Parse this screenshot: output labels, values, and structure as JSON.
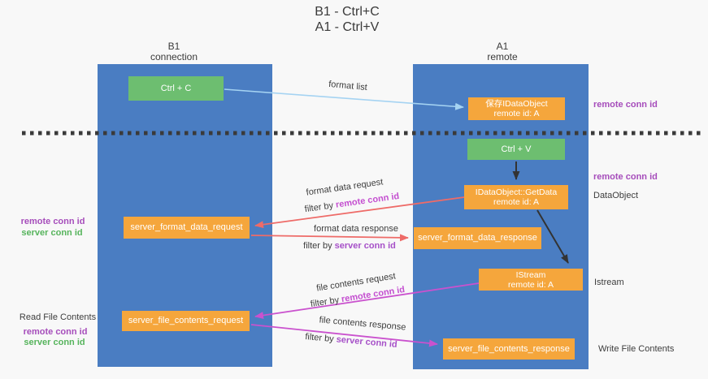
{
  "title": {
    "line1": "B1 - Ctrl+C",
    "line2": "A1 - Ctrl+V"
  },
  "lifelines": {
    "left": {
      "name": "B1",
      "role": "connection"
    },
    "right": {
      "name": "A1",
      "role": "remote"
    }
  },
  "boxes": {
    "ctrl_c": {
      "label": "Ctrl + C"
    },
    "ctrl_v": {
      "label": "Ctrl + V"
    },
    "save_idataobject": {
      "line1": "保存IDataObject",
      "line2": "remote id: A"
    },
    "getdata": {
      "line1": "IDataObject::GetData",
      "line2": "remote id: A"
    },
    "istream": {
      "line1": "IStream",
      "line2": "remote id: A"
    },
    "format_request": {
      "label": "server_format_data_request"
    },
    "format_response": {
      "label": "server_format_data_response"
    },
    "file_request": {
      "label": "server_file_contents_request"
    },
    "file_response": {
      "label": "server_file_contents_response"
    }
  },
  "flow_labels": {
    "format_list": "format list",
    "format_data_request": "format data request",
    "format_data_response": "format data response",
    "file_contents_request": "file contents request",
    "file_contents_response": "file contents response",
    "filter_by": "filter by ",
    "remote_conn_id": "remote conn id",
    "server_conn_id": "server conn id"
  },
  "side_labels": {
    "left": {
      "remote_conn_id_1": "remote conn id",
      "server_conn_id_1": "server conn id",
      "read_file_contents": "Read File Contents",
      "remote_conn_id_2": "remote conn id",
      "server_conn_id_2": "server conn id"
    },
    "right": {
      "remote_conn_id_1": "remote conn id",
      "remote_conn_id_2": "remote conn id",
      "dataobject": "DataObject",
      "istream": "Istream",
      "write_file_contents": "Write File Contents"
    }
  },
  "colors": {
    "background": "#f8f8f8",
    "lifeline_blue": "#4a7dc2",
    "node_orange": "#f5a63c",
    "node_green": "#6dbe70",
    "arrow_light_blue": "#a5d3f2",
    "arrow_salmon": "#ee6b68",
    "arrow_magenta": "#ca52ce",
    "arrow_black": "#333333",
    "text_purple": "#a64dbb",
    "text_magenta": "#c44fd0",
    "text_green": "#56b45c"
  }
}
